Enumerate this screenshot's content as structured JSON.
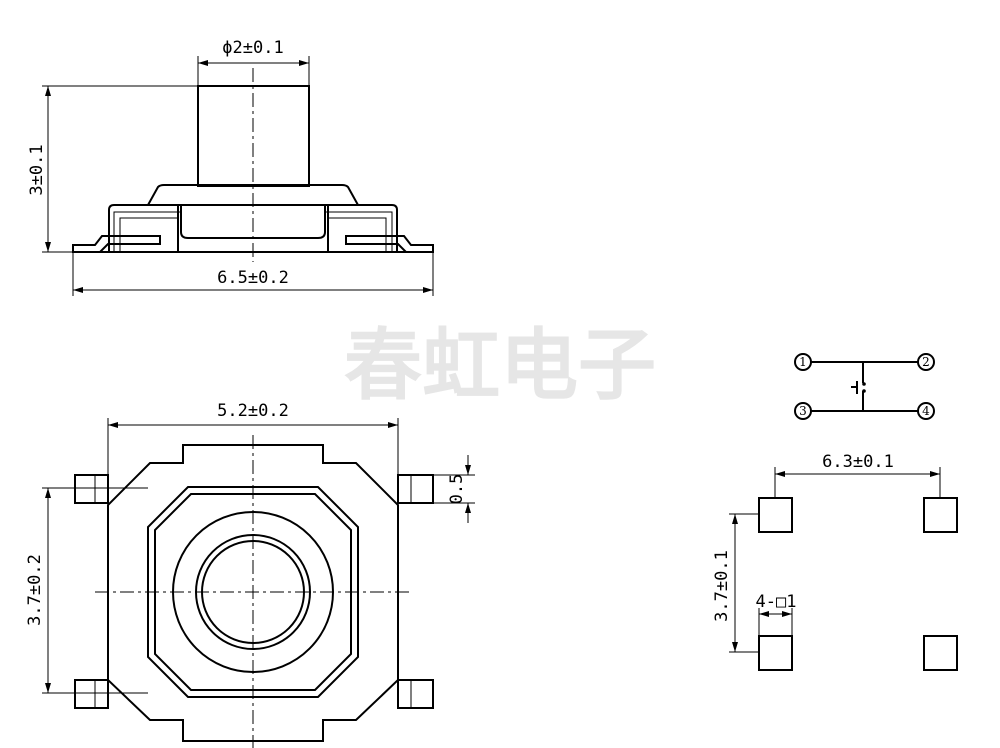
{
  "watermark": "春虹电子",
  "side_view": {
    "stem_diameter": "ϕ2±0.1",
    "height": "3±0.1",
    "overall_width": "6.5±0.2"
  },
  "top_view": {
    "body_width": "5.2±0.2",
    "body_height": "3.7±0.2",
    "lead_width": "0.5"
  },
  "schematic": {
    "pins": [
      "1",
      "2",
      "3",
      "4"
    ]
  },
  "pad_layout": {
    "pad_spacing_x": "6.3±0.1",
    "pad_spacing_y": "3.7±0.1",
    "pad_size": "4-□1"
  }
}
